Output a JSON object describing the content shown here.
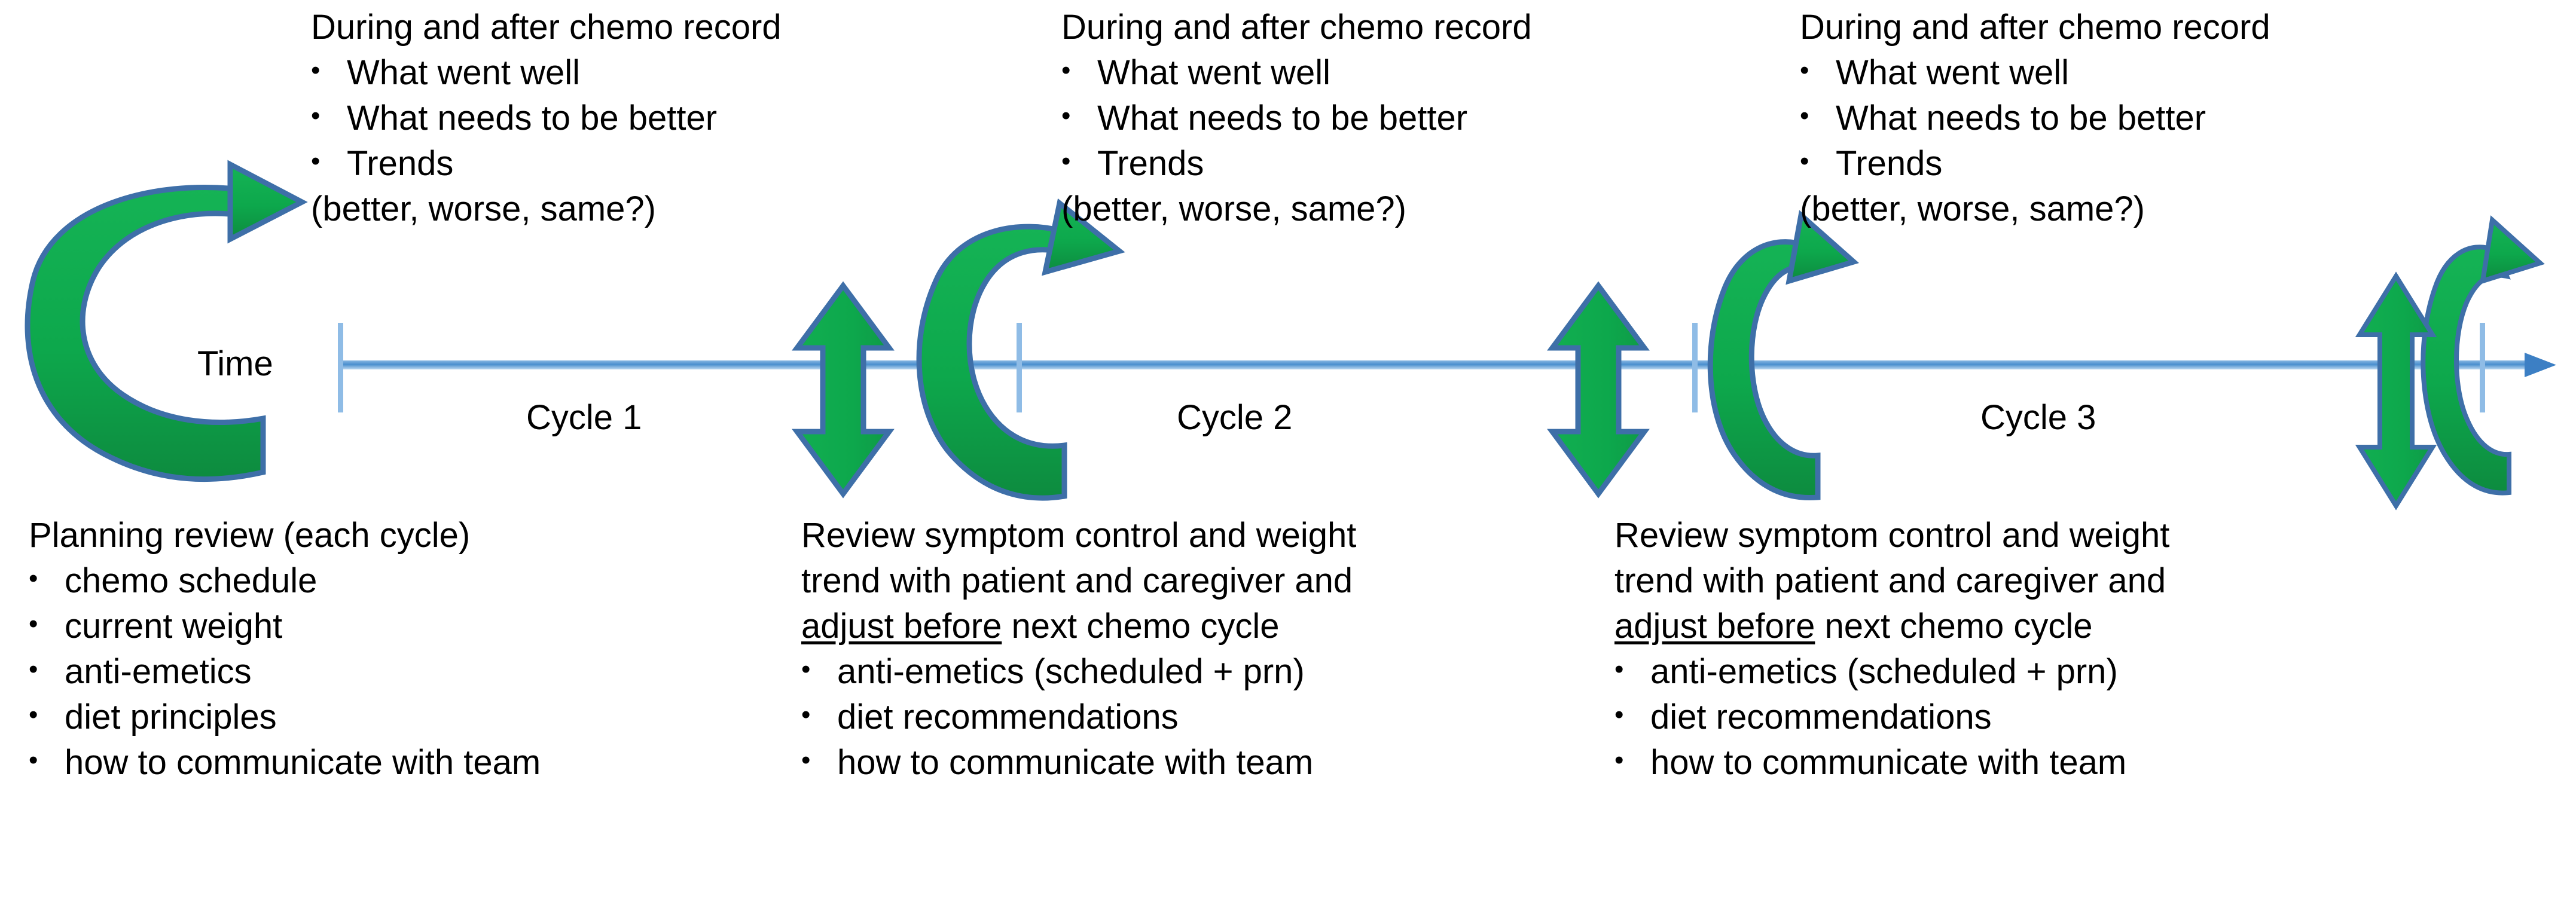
{
  "diagram": {
    "title": "Chemotherapy cycle planning and review timeline",
    "colors": {
      "green": "#0DA84C",
      "green_dark": "#118A42",
      "green_outline": "#3E6FA8",
      "timeline_blue": "#5B9BD5",
      "tick_blue": "#8FBCE6",
      "text": "#000000",
      "background": "#FFFFFF"
    }
  },
  "timeline": {
    "axis_label": "Time",
    "ticks": [
      {
        "label": "Cycle 1"
      },
      {
        "label": "Cycle 2"
      },
      {
        "label": "Cycle 3"
      }
    ],
    "cycle_labels": [
      "Cycle 1",
      "Cycle 2",
      "Cycle 3"
    ],
    "end_marker": "arrowhead-right"
  },
  "record_blocks": [
    {
      "heading": "During and after chemo record",
      "bullets": [
        "What went well",
        "What needs to be better",
        "Trends"
      ],
      "tail": "(better, worse, same?)"
    },
    {
      "heading": "During and after chemo record",
      "bullets": [
        "What went well",
        "What needs to be better",
        "Trends"
      ],
      "tail": "(better, worse, same?)"
    },
    {
      "heading": "During and after chemo record",
      "bullets": [
        "What went well",
        "What needs to be better",
        "Trends"
      ],
      "tail": "(better, worse, same?)"
    }
  ],
  "planning_block": {
    "heading": "Planning review (each cycle)",
    "bullets": [
      "chemo schedule",
      "current weight",
      "anti-emetics",
      "diet principles",
      "how to communicate with team"
    ]
  },
  "review_blocks": [
    {
      "line1": "Review symptom control and weight",
      "line2": "trend with patient and caregiver and",
      "line3_underlined": "adjust before",
      "line3_rest": " next chemo cycle",
      "bullets": [
        "anti-emetics (scheduled + prn)",
        "diet recommendations",
        "how to communicate with team"
      ]
    },
    {
      "line1": "Review symptom control and weight",
      "line2": "trend with patient and caregiver and",
      "line3_underlined": "adjust before",
      "line3_rest": " next chemo cycle",
      "bullets": [
        "anti-emetics (scheduled + prn)",
        "diet recommendations",
        "how to communicate with team"
      ]
    }
  ],
  "arrows": {
    "circular_arrows": [
      {
        "name": "circular-arrow-planning-1"
      },
      {
        "name": "circular-arrow-planning-2"
      },
      {
        "name": "circular-arrow-planning-3"
      },
      {
        "name": "circular-arrow-planning-4"
      }
    ],
    "double_arrows": [
      {
        "name": "double-arrow-review-1"
      },
      {
        "name": "double-arrow-review-2"
      },
      {
        "name": "double-arrow-review-3"
      }
    ]
  },
  "glyphs": {
    "bullet": "•"
  }
}
